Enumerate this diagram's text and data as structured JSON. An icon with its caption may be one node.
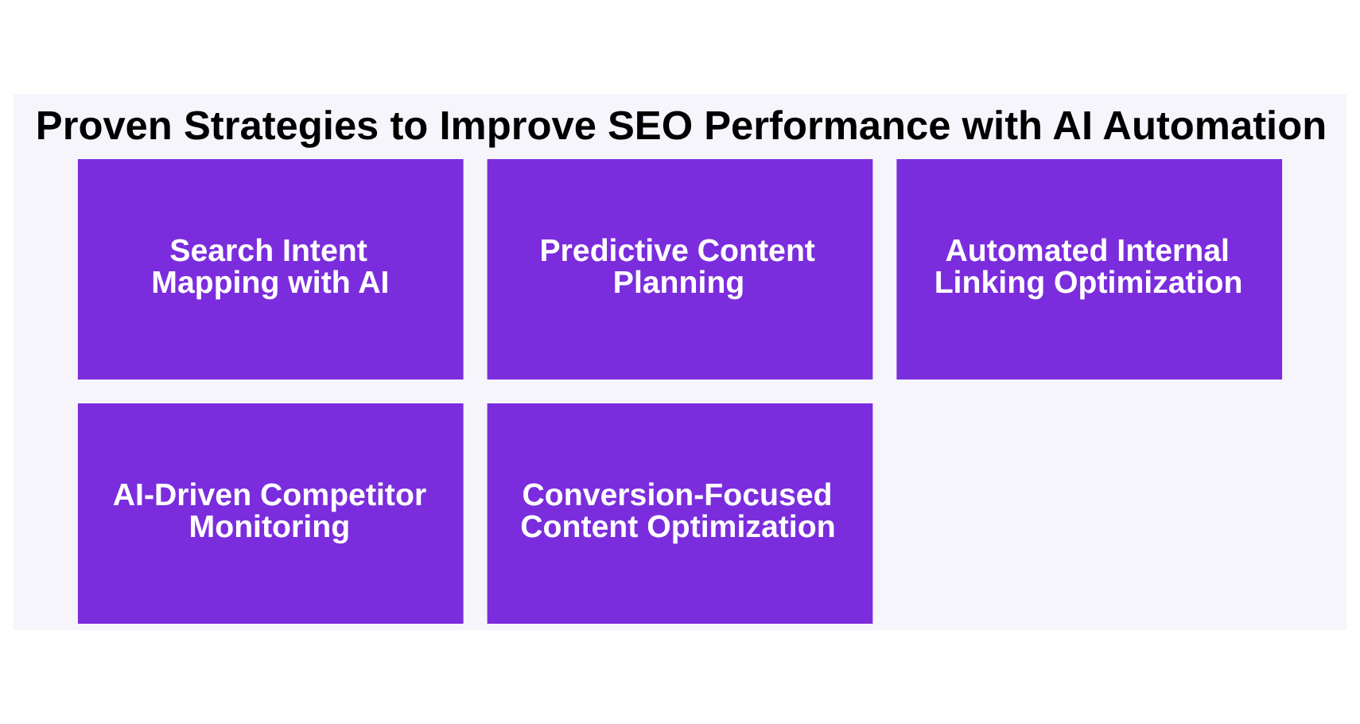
{
  "diagram": {
    "title": "Proven Strategies to Improve SEO Performance with AI Automation",
    "nodes": [
      {
        "text": [
          "Search Intent Mapping with AI"
        ]
      },
      {
        "text": [
          "Predictive Content Planning"
        ]
      },
      {
        "text": [
          "Automated Internal Linking Optimization"
        ]
      },
      {
        "text": [
          "AI-Driven Competitor Monitoring"
        ]
      },
      {
        "text": [
          "Conversion-Focused Content Optimization"
        ]
      }
    ],
    "edges": []
  }
}
